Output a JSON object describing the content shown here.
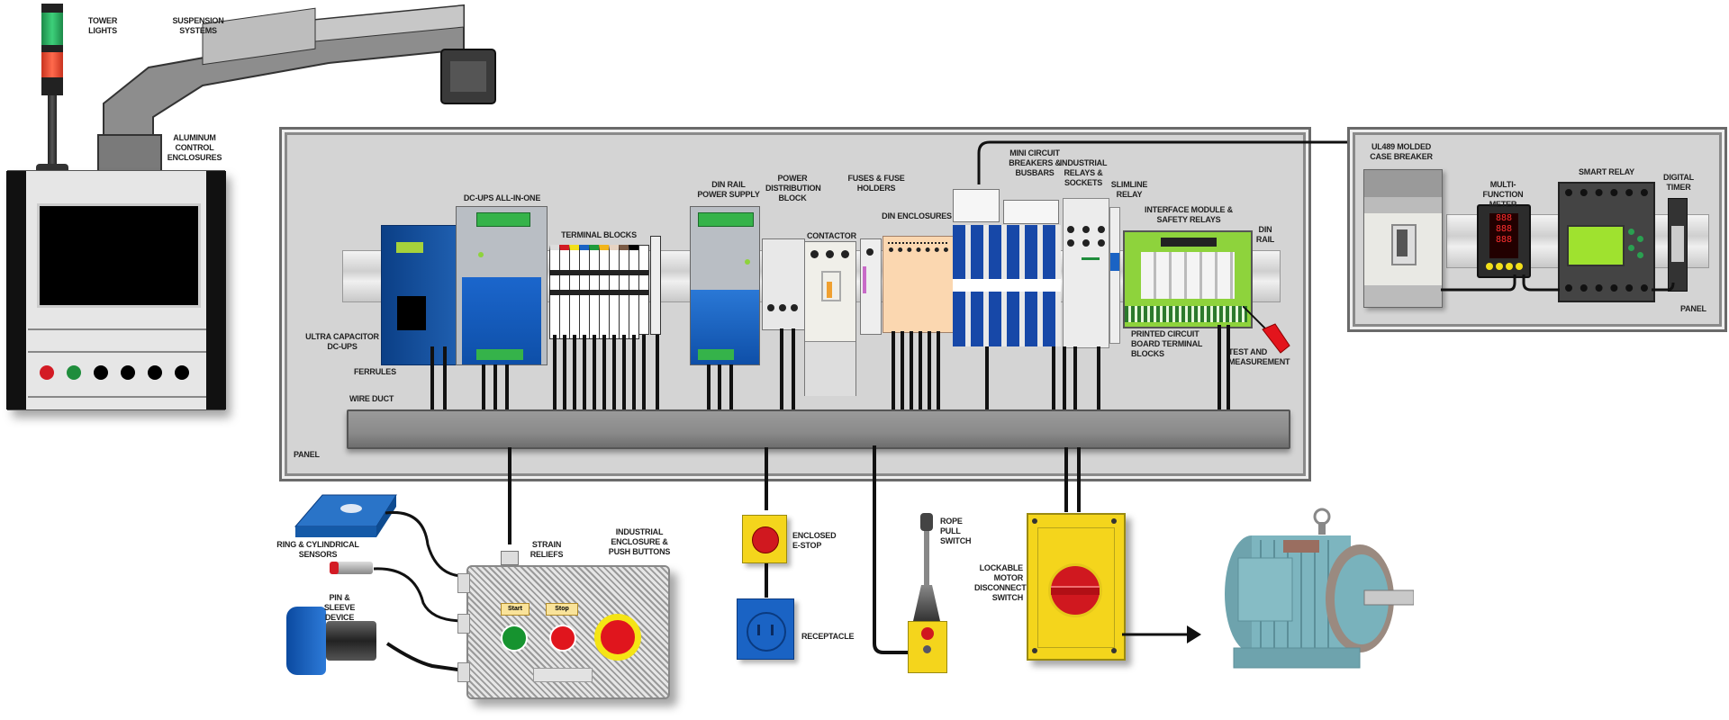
{
  "diagram": {
    "title": "Industrial control panel components",
    "external_components": {
      "tower_lights": "Tower Lights",
      "suspension_systems": "Suspension Systems",
      "aluminum_enclosures": "Aluminum Control Enclosures",
      "ring_sensors": "Ring & Cylindrical Sensors",
      "pin_sleeve": "Pin & Sleeve Device",
      "strain_reliefs": "Strain Reliefs",
      "industrial_enclosure": "Industrial Enclosure & Push Buttons",
      "pushbutton_start": "Start",
      "pushbutton_stop": "Stop",
      "enclosed_estop": "Enclosed E-Stop",
      "receptacle": "Receptacle",
      "rope_pull": "Rope Pull Switch",
      "disconnect": "Lockable Motor Disconnect Switch",
      "motor": "Motor"
    },
    "main_panel": {
      "label": "Panel",
      "components": {
        "ultracap": "Ultra Capacitor DC-UPS",
        "dcups": "DC-UPS All-in-One",
        "terminal_blocks": "Terminal Blocks",
        "dinrail_ps": "DIN Rail Power Supply",
        "pdb": "Power Distribution Block",
        "fuses": "Fuses & Fuse Holders",
        "contactor": "Contactor",
        "din_enclosures": "DIN Enclosures",
        "mcb": "Mini Circuit Breakers & Busbars",
        "relays": "Industrial Relays & Sockets",
        "slimline": "Slimline Relay",
        "interface": "Interface Module & Safety Relays",
        "din_rail": "DIN Rail",
        "pcb_tb": "Printed Circuit Board Terminal Blocks",
        "test": "Test and Measurement",
        "ferrules": "Ferrules",
        "wire_duct": "Wire Duct"
      }
    },
    "right_panel": {
      "label": "Panel",
      "components": {
        "breaker": "UL489 Molded Case Breaker",
        "meter": "Multi-Function Meter",
        "smart_relay": "Smart Relay",
        "timer": "Digital Timer"
      }
    },
    "colors": {
      "panel_bg": "#d4d4d4",
      "ups_blue": "#0f4c9c",
      "psu_blue": "#1a63c4",
      "terminal_green": "#35b34a",
      "din_orange": "#fbd7b0",
      "safety_yellow": "#f4d51c",
      "estop_red": "#d0181f",
      "motor_teal": "#6ea3ad",
      "interface_green": "#8ed33c"
    }
  }
}
